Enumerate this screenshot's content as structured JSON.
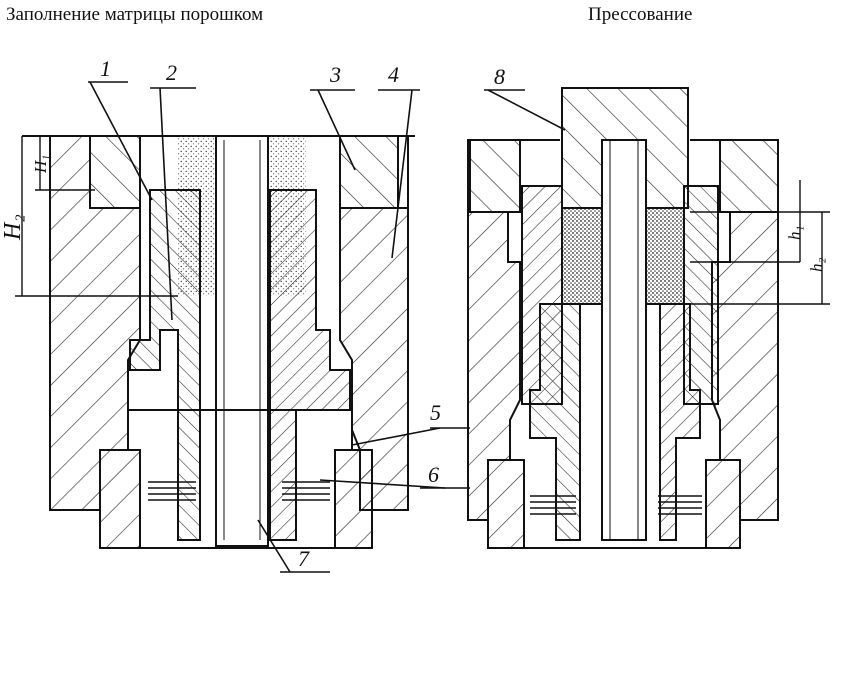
{
  "captions": {
    "left": "Заполнение матрицы порошком",
    "right": "Прессование"
  },
  "callouts": {
    "n1": "1",
    "n2": "2",
    "n3": "3",
    "n4": "4",
    "n5": "5",
    "n6": "6",
    "n7": "7",
    "n8": "8"
  },
  "dimensions": {
    "H1": "H₁",
    "H2": "H₂",
    "h1": "h₁",
    "h2": "h₂"
  }
}
